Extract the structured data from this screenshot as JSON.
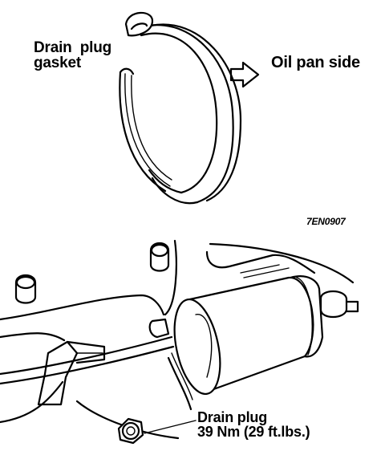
{
  "labels": {
    "gasket_line1": "Drain  plug",
    "gasket_line2": "gasket",
    "oil_pan": "Oil pan side",
    "code": "7EN0907",
    "drain_line1": "Drain plug",
    "drain_line2": "39 Nm (29 ft.lbs.)"
  },
  "icons": {
    "direction_arrow": "hollow-arrow-icon"
  }
}
